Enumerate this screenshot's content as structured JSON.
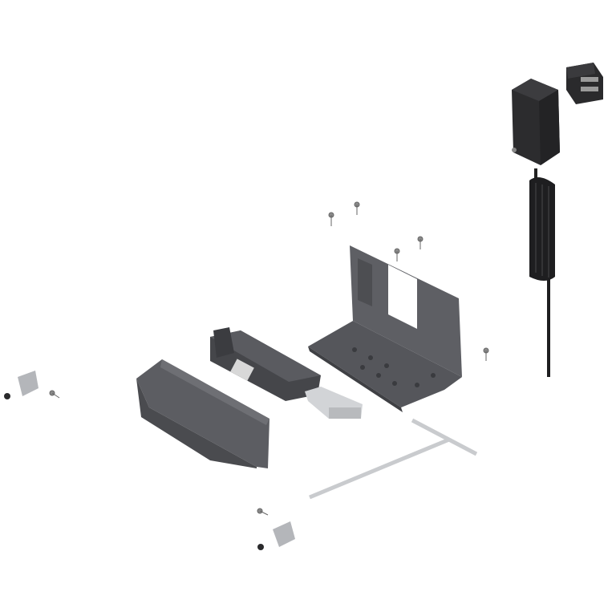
{
  "colors": {
    "background": "#ffffff",
    "housing_dark": "#4a4b4f",
    "housing_mid": "#5c5d62",
    "housing_light": "#6e6f74",
    "adapter_black": "#2a2a2c",
    "metal": "#c9cbce",
    "screw": "#8a8a8a"
  },
  "parts": [
    "power-adapter-plug",
    "power-supply",
    "cable",
    "screws",
    "mounting-bracket",
    "motor-unit",
    "cover",
    "end-caps",
    "metal-rail"
  ]
}
